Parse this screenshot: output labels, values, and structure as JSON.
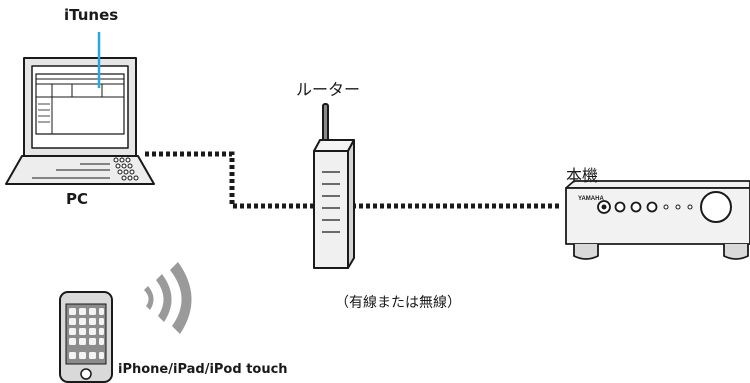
{
  "labels": {
    "itunes": "iTunes",
    "pc": "PC",
    "router": "ルーター",
    "unit": "本機",
    "connection": "（有線または無線）",
    "mobile": "iPhone/iPad/iPod touch",
    "yamaha_logo": "YAMAHA"
  },
  "icons": [
    "pc-icon",
    "router-icon",
    "receiver-icon",
    "smartphone-icon",
    "wireless-signal-icon"
  ],
  "colors": {
    "line": "#1a1a1a",
    "itunes_pointer": "#29a8e0",
    "device_fill": "#f2f2f2",
    "device_shade": "#d9d9d9",
    "wave": "#9a9a9a"
  }
}
